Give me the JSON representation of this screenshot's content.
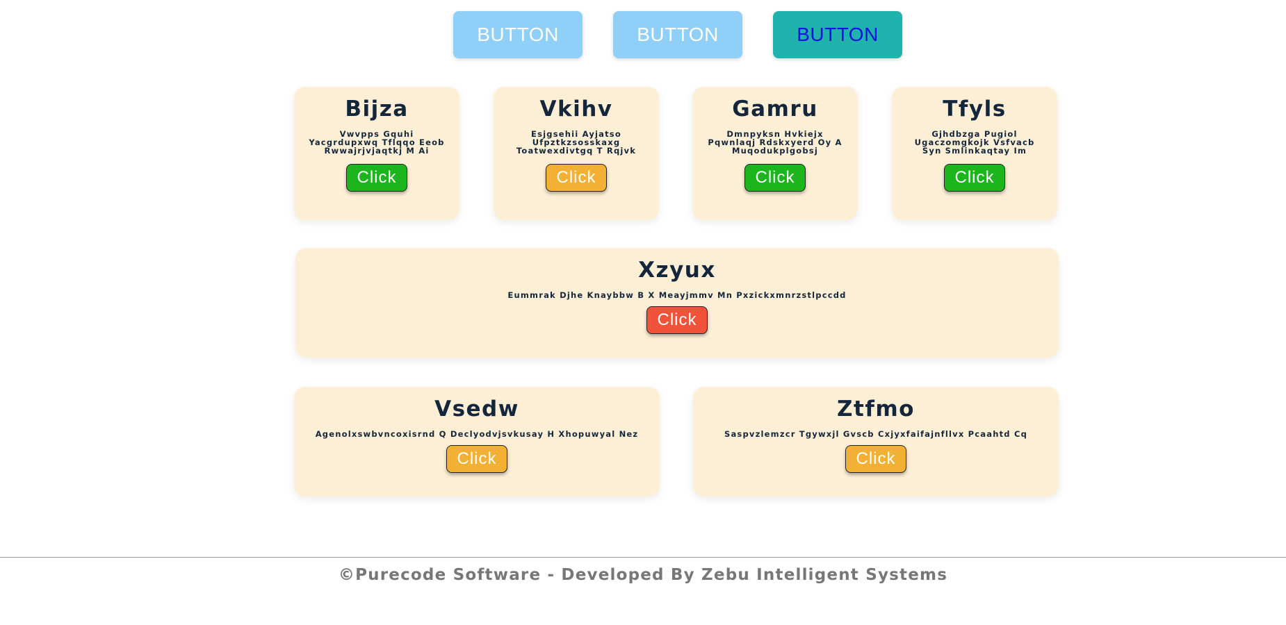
{
  "top_buttons": [
    {
      "label": "BUTTON",
      "bg": "#8fcff8",
      "color": "#ffffff"
    },
    {
      "label": "BUTTON",
      "bg": "#8fcff8",
      "color": "#ffffff"
    },
    {
      "label": "BUTTON",
      "bg": "#20b3ad",
      "color": "#1111dd"
    }
  ],
  "cards": [
    {
      "title": "Bijza",
      "desc": "Vwvpps Gquhi Yacgrdupxwq Tflqqo Eeob Rwwajrjvjaqtkj M Ai",
      "button": "Click",
      "button_color": "#1db51d"
    },
    {
      "title": "Vkihv",
      "desc": "Esjgsehii Ayjatso Ufpztkzsosskaxg Toatwexdivtgq T Rqjvk",
      "button": "Click",
      "button_color": "#f2b134"
    },
    {
      "title": "Gamru",
      "desc": "Dmnpyksn Hvkiejx Pqwnlaqj Rdskxyerd Oy A Muqodukplgobsj",
      "button": "Click",
      "button_color": "#1db51d"
    },
    {
      "title": "Tfyls",
      "desc": "Gjhdbzga Pugiol Ugaczomgkojk Vsfvacb Syn Smlinkaqtay Im",
      "button": "Click",
      "button_color": "#1db51d"
    },
    {
      "title": "Xzyux",
      "desc": "Eummrak Djhe Knaybbw B X Meayjmmv Mn Pxzickxmnrzstlpccdd",
      "button": "Click",
      "button_color": "#f1533a"
    },
    {
      "title": "Vsedw",
      "desc": "Agenolxswbvncoxisrnd Q Declyodvjsvkusay H Xhopuwyal Nez",
      "button": "Click",
      "button_color": "#f2b134"
    },
    {
      "title": "Ztfmo",
      "desc": "Saspvzlemzcr Tgywxjl Gvscb Cxjyxfaifajnfllvx Pcaahtd Cq",
      "button": "Click",
      "button_color": "#f2b134"
    }
  ],
  "footer": {
    "text": "©Purecode Software - Developed By Zebu Intelligent Systems"
  }
}
